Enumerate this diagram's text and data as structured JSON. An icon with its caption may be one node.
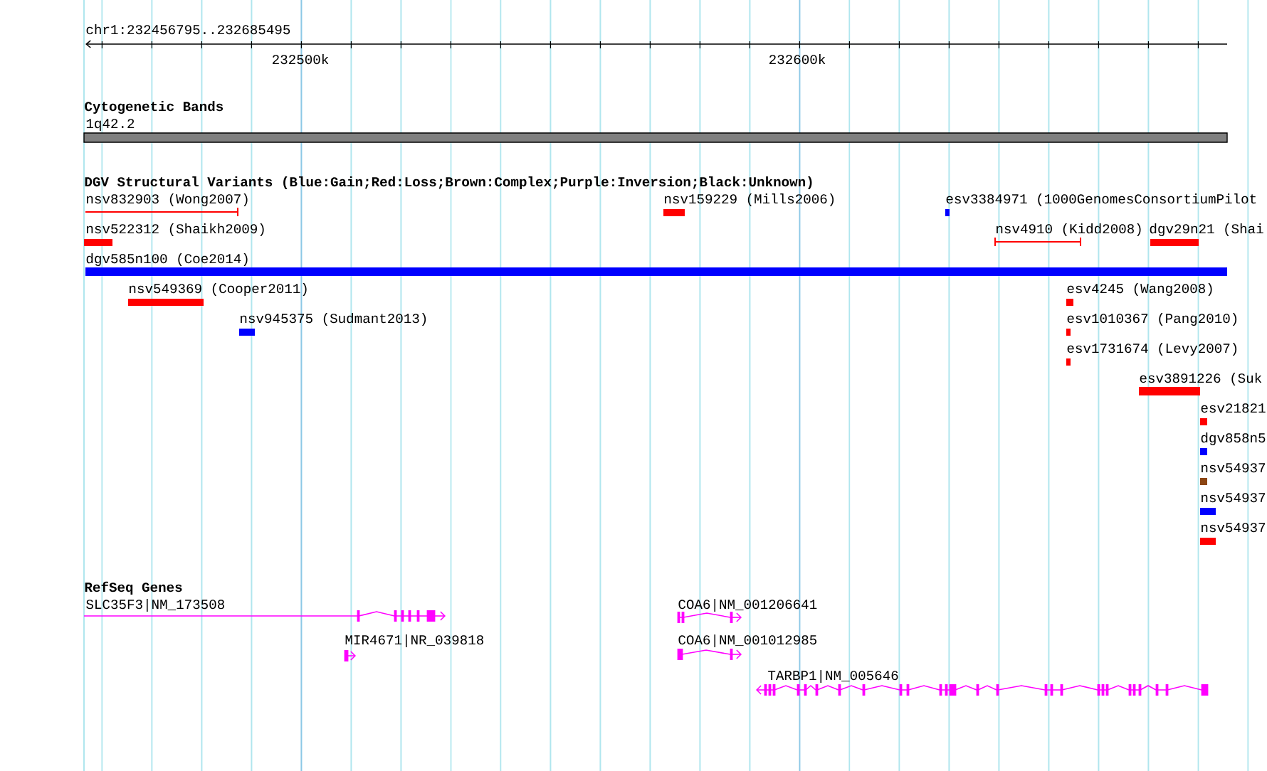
{
  "diagram": {
    "labels": [
      "chr1:232456795..232685495",
      "232500k",
      "232600k",
      "Cytogenetic Bands",
      "1q42.2",
      "DGV Structural Variants (Blue:Gain;Red:Loss;Brown:Complex;Purple:Inversion;Black:Unknown)",
      "nsv832903 (Wong2007)",
      "nsv159229 (Mills2006)",
      "esv3384971 (1000GenomesConsortiumPilot",
      "nsv522312 (Shaikh2009)",
      "nsv4910 (Kidd2008)",
      "dgv29n21 (Shai",
      "dgv585n100 (Coe2014)",
      "nsv549369 (Cooper2011)",
      "esv4245 (Wang2008)",
      "nsv945375 (Sudmant2013)",
      "esv1010367 (Pang2010)",
      "esv1731674 (Levy2007)",
      "esv3891226 (Suk",
      "esv21821",
      "dgv858n5",
      "nsv54937",
      "nsv54937",
      "nsv54937",
      "RefSeq Genes",
      "SLC35F3|NM_173508",
      "COA6|NM_001206641",
      "MIR4671|NR_039818",
      "COA6|NM_001012985",
      "TARBP1|NM_005646"
    ]
  }
}
